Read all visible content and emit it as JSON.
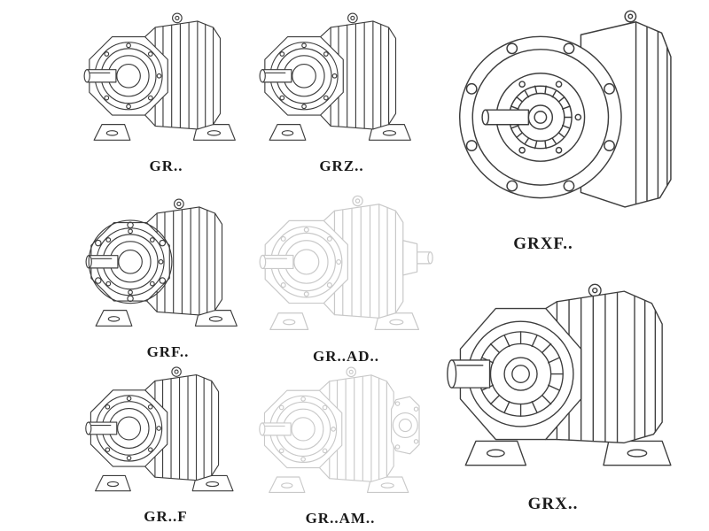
{
  "page": {
    "background": "#ffffff",
    "label_color": "#1a1a1a",
    "line_color": "#3d3d3d",
    "ghost_line_color": "#c9c9c9"
  },
  "figures": [
    {
      "id": "gr",
      "label": "GR..",
      "line_style": "solid"
    },
    {
      "id": "grz",
      "label": "GRZ..",
      "line_style": "solid"
    },
    {
      "id": "grxf",
      "label": "GRXF..",
      "line_style": "solid"
    },
    {
      "id": "grf",
      "label": "GRF..",
      "line_style": "solid"
    },
    {
      "id": "gr-ad",
      "label": "GR..AD..",
      "line_style": "ghost"
    },
    {
      "id": "grx",
      "label": "GRX..",
      "line_style": "solid"
    },
    {
      "id": "gr-f",
      "label": "GR..F",
      "line_style": "solid"
    },
    {
      "id": "gr-am",
      "label": "GR..AM..",
      "line_style": "ghost"
    }
  ]
}
